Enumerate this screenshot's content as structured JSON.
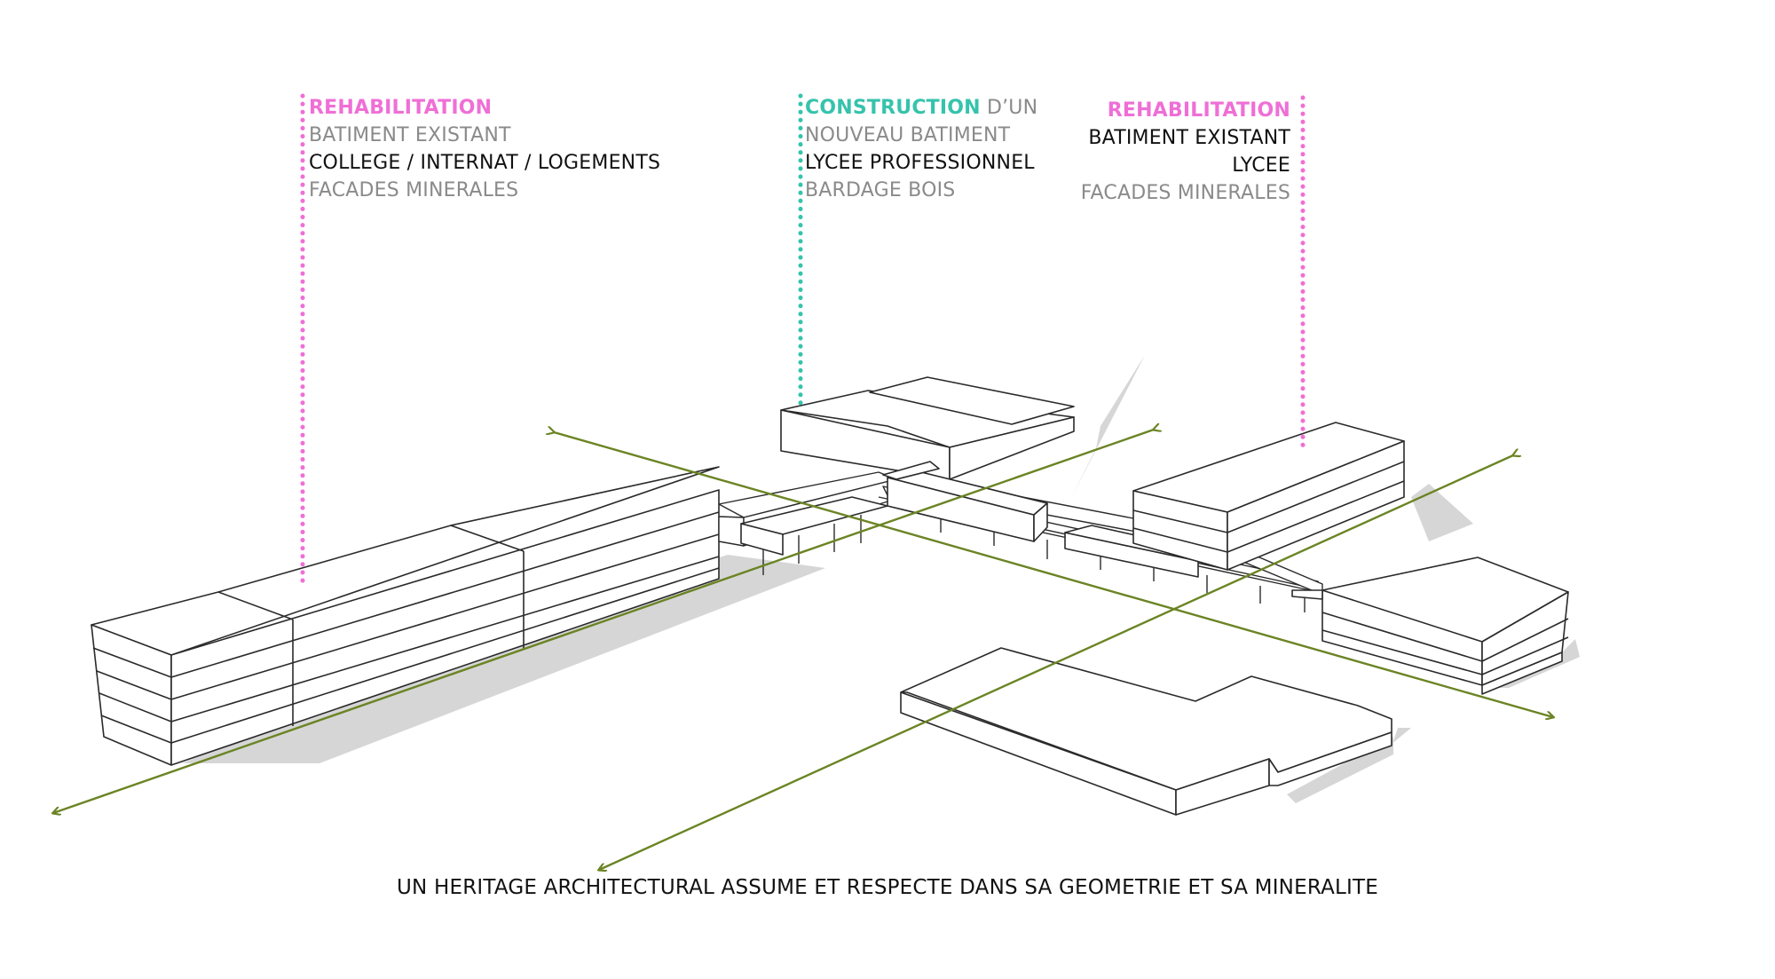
{
  "labels": {
    "left": {
      "heading": "REHABILITATION",
      "line1": "BATIMENT EXISTANT",
      "line2": "COLLEGE / INTERNAT / LOGEMENTS",
      "line3": "FACADES MINERALES"
    },
    "center": {
      "heading": "CONSTRUCTION",
      "heading_suffix": " D’UN",
      "line1": "NOUVEAU BATIMENT",
      "line2": "LYCEE PROFESSIONNEL",
      "line3": "BARDAGE BOIS"
    },
    "right": {
      "heading": "REHABILITATION",
      "line1": "BATIMENT EXISTANT",
      "line2": "LYCEE",
      "line3": "FACADES MINERALES"
    }
  },
  "caption": "UN HERITAGE ARCHITECTURAL ASSUME ET RESPECTE DANS SA GEOMETRIE ET SA MINERALITE",
  "colors": {
    "rehabilitation": "#ef6fd6",
    "construction": "#36c3ac",
    "axis": "#6b8424",
    "muted_text": "#8a8a8a",
    "building_outline": "#2a2a2a",
    "shadow": "#d6d6d6"
  }
}
